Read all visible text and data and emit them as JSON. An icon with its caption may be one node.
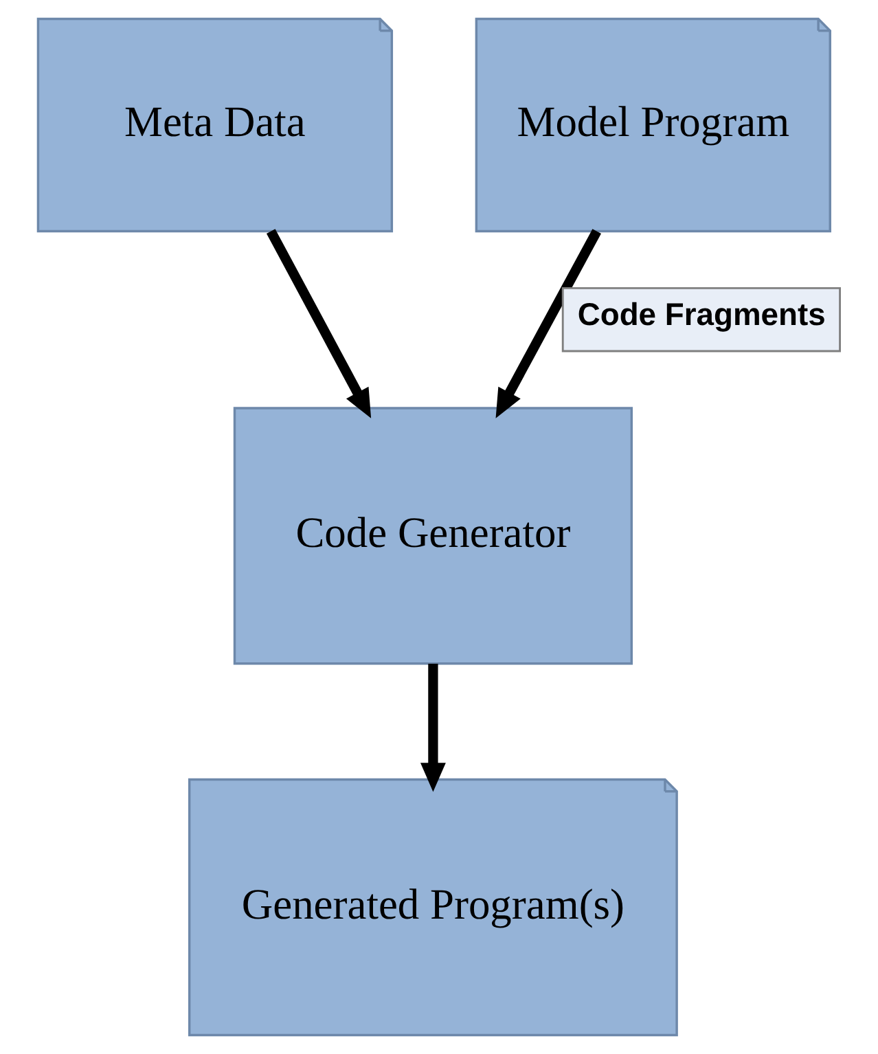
{
  "diagram": {
    "nodes": [
      {
        "text": [
          "Meta Data"
        ]
      },
      {
        "text": [
          "Model Program"
        ]
      },
      {
        "text": [
          "Code Generator"
        ]
      },
      {
        "text": [
          "Generated Program(s)"
        ]
      }
    ],
    "edges": [
      {
        "from": 0,
        "to": 2,
        "arrow": "to"
      },
      {
        "from": 1,
        "to": 2,
        "arrow": "to",
        "label": "Code Fragments"
      },
      {
        "from": 2,
        "to": 3,
        "arrow": "to"
      }
    ]
  }
}
